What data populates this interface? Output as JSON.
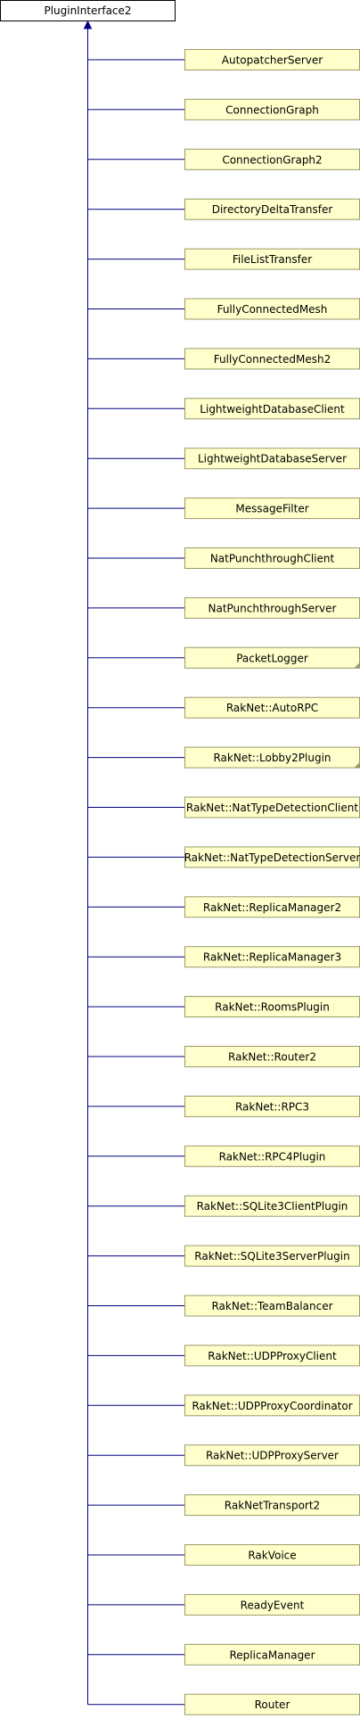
{
  "diagram": {
    "type": "inheritance",
    "colors": {
      "root_fill": "#ffffff",
      "root_stroke": "#000000",
      "child_fill": "#ffffcc",
      "child_stroke": "#9a9a6a",
      "edge": "#000080",
      "fold_mark": "#999966"
    },
    "root": {
      "label": "PluginInterface2"
    },
    "children": [
      {
        "label": "AutopatcherServer",
        "has_more": false
      },
      {
        "label": "ConnectionGraph",
        "has_more": false
      },
      {
        "label": "ConnectionGraph2",
        "has_more": false
      },
      {
        "label": "DirectoryDeltaTransfer",
        "has_more": false
      },
      {
        "label": "FileListTransfer",
        "has_more": false
      },
      {
        "label": "FullyConnectedMesh",
        "has_more": false
      },
      {
        "label": "FullyConnectedMesh2",
        "has_more": false
      },
      {
        "label": "LightweightDatabaseClient",
        "has_more": false
      },
      {
        "label": "LightweightDatabaseServer",
        "has_more": false
      },
      {
        "label": "MessageFilter",
        "has_more": false
      },
      {
        "label": "NatPunchthroughClient",
        "has_more": false
      },
      {
        "label": "NatPunchthroughServer",
        "has_more": false
      },
      {
        "label": "PacketLogger",
        "has_more": true
      },
      {
        "label": "RakNet::AutoRPC",
        "has_more": false
      },
      {
        "label": "RakNet::Lobby2Plugin",
        "has_more": true
      },
      {
        "label": "RakNet::NatTypeDetectionClient",
        "has_more": false
      },
      {
        "label": "RakNet::NatTypeDetectionServer",
        "has_more": false
      },
      {
        "label": "RakNet::ReplicaManager2",
        "has_more": false
      },
      {
        "label": "RakNet::ReplicaManager3",
        "has_more": false
      },
      {
        "label": "RakNet::RoomsPlugin",
        "has_more": false
      },
      {
        "label": "RakNet::Router2",
        "has_more": false
      },
      {
        "label": "RakNet::RPC3",
        "has_more": false
      },
      {
        "label": "RakNet::RPC4Plugin",
        "has_more": false
      },
      {
        "label": "RakNet::SQLite3ClientPlugin",
        "has_more": false
      },
      {
        "label": "RakNet::SQLite3ServerPlugin",
        "has_more": false
      },
      {
        "label": "RakNet::TeamBalancer",
        "has_more": false
      },
      {
        "label": "RakNet::UDPProxyClient",
        "has_more": false
      },
      {
        "label": "RakNet::UDPProxyCoordinator",
        "has_more": false
      },
      {
        "label": "RakNet::UDPProxyServer",
        "has_more": false
      },
      {
        "label": "RakNetTransport2",
        "has_more": false
      },
      {
        "label": "RakVoice",
        "has_more": false
      },
      {
        "label": "ReadyEvent",
        "has_more": false
      },
      {
        "label": "ReplicaManager",
        "has_more": false
      },
      {
        "label": "Router",
        "has_more": false
      }
    ]
  }
}
